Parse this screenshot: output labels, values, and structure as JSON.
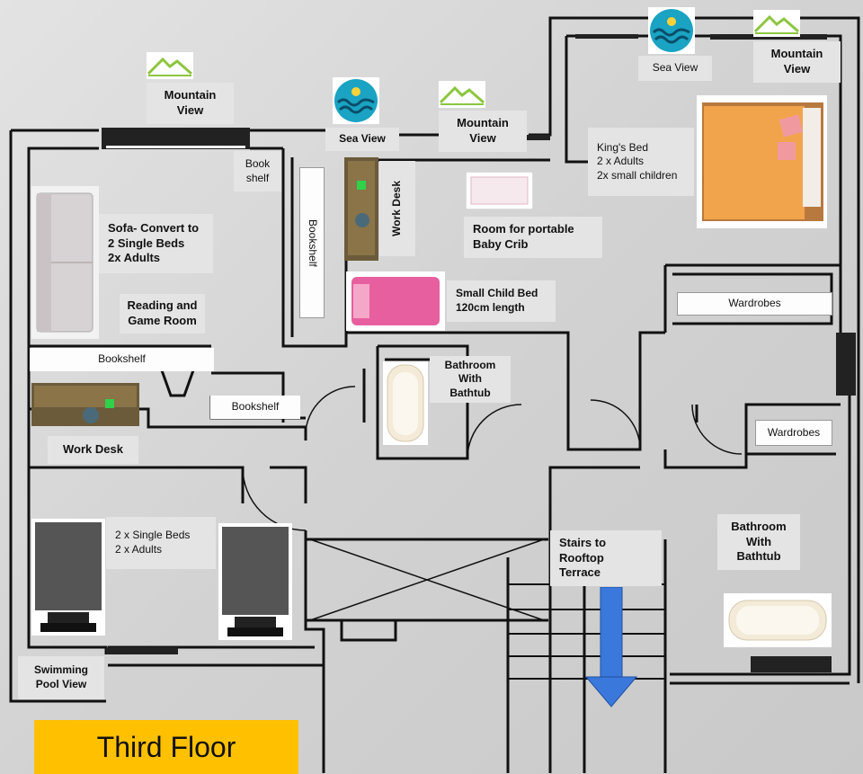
{
  "title": "Third Floor",
  "colors": {
    "title_bg": "#ffc000",
    "arrow": "#3a78dc",
    "wall": "#111111"
  },
  "labels": {
    "mountain_view_left": "Mountain\nView",
    "sea_view_center": "Sea View",
    "mountain_view_center": "Mountain\nView",
    "sea_view_top": "Sea View",
    "mountain_view_top": "Mountain\nView",
    "bookshelf_small": "Book\nshelf",
    "bookshelf_vertical": "Bookshelf",
    "work_desk_vertical": "Work Desk",
    "kings_bed": "King's Bed\n2 x Adults\n2x small children",
    "baby_crib": "Room for portable\nBaby Crib",
    "sofa": "Sofa- Convert to\n2 Single Beds\n2x Adults",
    "reading_room": "Reading and\nGame Room",
    "small_child_bed": "Small Child Bed\n120cm length",
    "wardrobes_top": "Wardrobes",
    "bookshelf_wide": "Bookshelf",
    "bathroom_center": "Bathroom\nWith\nBathtub",
    "bookshelf_mid": "Bookshelf",
    "wardrobes_right": "Wardrobes",
    "work_desk": "Work Desk",
    "single_beds": "2 x Single Beds\n2 x Adults",
    "stairs": "Stairs to\nRooftop\nTerrace",
    "bathroom_right": "Bathroom\nWith\nBathtub",
    "swimming_pool": "Swimming\nPool View"
  },
  "icons": [
    "mountain-icon",
    "sea-icon",
    "sofa-icon",
    "desk-icon",
    "bed-icon",
    "bathtub-icon",
    "crib-icon",
    "arrow-down-icon"
  ]
}
